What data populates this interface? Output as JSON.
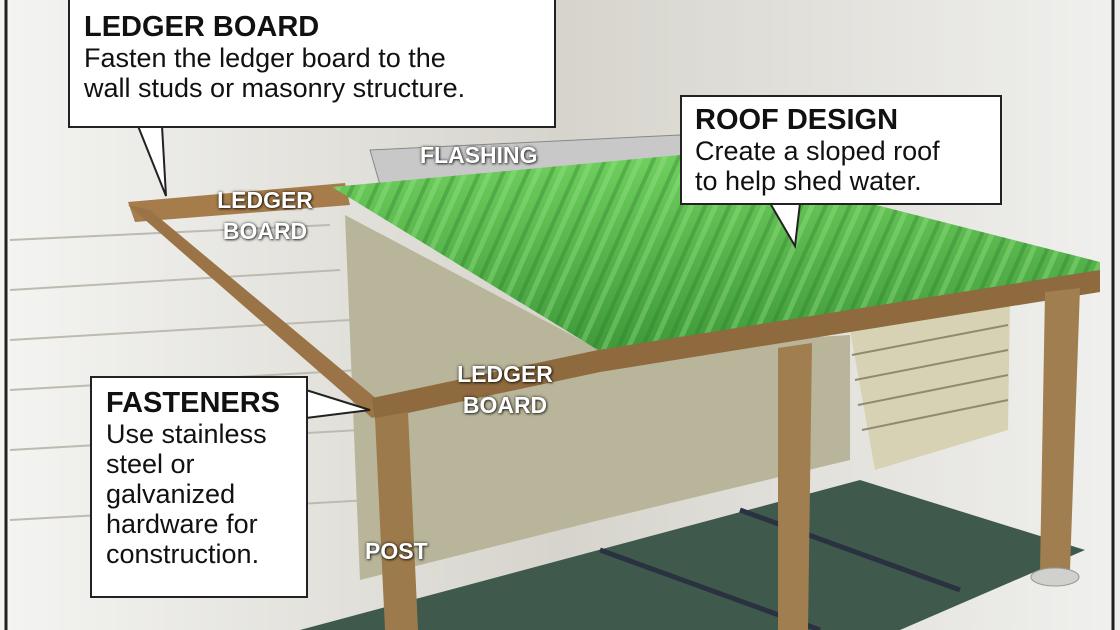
{
  "callouts": {
    "ledger_board": {
      "title": "LEDGER BOARD",
      "lines": [
        "Fasten the ledger board to the",
        "wall studs or masonry structure."
      ]
    },
    "roof_design": {
      "title": "ROOF DESIGN",
      "lines": [
        "Create a sloped roof",
        "to help shed water."
      ]
    },
    "fasteners": {
      "title": "FASTENERS",
      "lines": [
        "Use stainless",
        "steel or",
        "galvanized",
        "hardware for",
        "construction."
      ]
    }
  },
  "labels": {
    "flashing": "FLASHING",
    "ledger_back": [
      "LEDGER",
      "BOARD"
    ],
    "ledger_front": [
      "LEDGER",
      "BOARD"
    ],
    "post": "POST"
  },
  "colors": {
    "roof": "#5cb84e",
    "wood": "#9a7446",
    "floor": "#3f5a4c",
    "siding": "#d8d2b4"
  }
}
